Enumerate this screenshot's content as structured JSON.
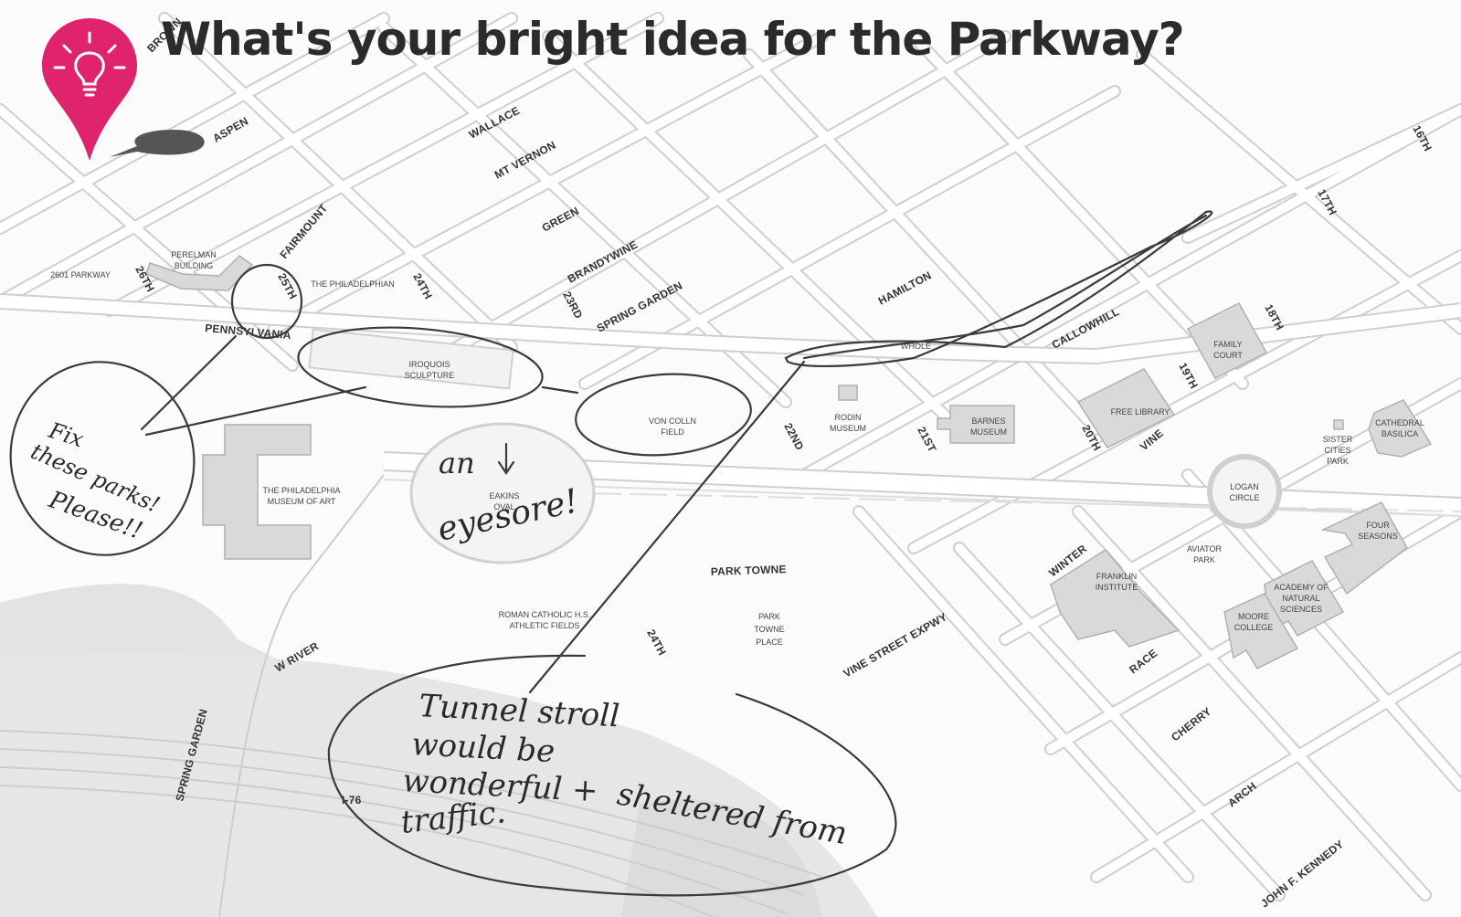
{
  "title": "What's your bright idea for the Parkway?",
  "colors": {
    "pin": "#e0236d",
    "ink": "#2a2a2a",
    "road": "#c9c9c9",
    "building": "#d9d9d9"
  },
  "icons": {
    "pin": "lightbulb-pin-icon",
    "speech": "speech-bubble-icon"
  },
  "streets": {
    "brown": "BROWN",
    "aspen": "ASPEN",
    "wallace": "WALLACE",
    "mt_vernon": "MT VERNON",
    "green": "GREEN",
    "brandywine": "BRANDYWINE",
    "spring_garden": "SPRING GARDEN",
    "fairmount": "FAIRMOUNT",
    "hamilton": "HAMILTON",
    "callowhill": "CALLOWHILL",
    "pennsylvania": "PENNSYLVANIA",
    "s26th": "26TH",
    "s25th": "25TH",
    "s24th_top": "24TH",
    "s23rd": "23RD",
    "s22nd": "22ND",
    "s21st": "21ST",
    "s20th": "20TH",
    "s19th": "19TH",
    "s18th": "18TH",
    "s17th": "17TH",
    "s16th": "16TH",
    "vine": "VINE",
    "whole": "WHOLE",
    "park_towne": "PARK TOWNE",
    "vine_expwy": "VINE STREET EXPWY",
    "winter": "WINTER",
    "race": "RACE",
    "cherry": "CHERRY",
    "arch": "ARCH",
    "jfk": "JOHN F. KENNEDY",
    "w_river": "W RIVER",
    "spring_garden_bottom": "SPRING GARDEN",
    "i76": "I-76",
    "s24th_bottom": "24TH"
  },
  "places": {
    "parkway2601": "2601 PARKWAY",
    "perelman": [
      "PERELMAN",
      "BUILDING"
    ],
    "philadelphian": "THE PHILADELPHIAN",
    "iroquois": [
      "IROQUOIS",
      "SCULPTURE"
    ],
    "museum_art": [
      "THE PHILADELPHIA",
      "MUSEUM OF ART"
    ],
    "von_colln": [
      "VON COLLN",
      "FIELD"
    ],
    "rodin": [
      "RODIN",
      "MUSEUM"
    ],
    "barnes": [
      "BARNES",
      "MUSEUM"
    ],
    "free_library": "FREE LIBRARY",
    "family_court": [
      "FAMILY",
      "COURT"
    ],
    "sister_cities": [
      "SISTER",
      "CITIES",
      "PARK"
    ],
    "cathedral": [
      "CATHEDRAL",
      "BASILICA"
    ],
    "logan": [
      "LOGAN",
      "CIRCLE"
    ],
    "eakins": [
      "EAKINS",
      "OVAL"
    ],
    "aviator": [
      "AVIATOR",
      "PARK"
    ],
    "four_seasons": [
      "FOUR",
      "SEASONS"
    ],
    "academy": [
      "ACADEMY OF",
      "NATURAL",
      "SCIENCES"
    ],
    "moore": [
      "MOORE",
      "COLLEGE"
    ],
    "franklin": [
      "FRANKLIN",
      "INSTITUTE"
    ],
    "roman_catholic": [
      "ROMAN CATHOLIC H.S.",
      "ATHLETIC FIELDS"
    ],
    "park_towne_place": [
      "PARK",
      "TOWNE",
      "PLACE"
    ]
  },
  "notes": {
    "fix": [
      "Fix",
      "these parks!",
      "Please!!"
    ],
    "eyesore": [
      "an",
      "eyesore!"
    ],
    "tunnel": [
      "Tunnel stroll",
      "would be",
      "wonderful +",
      "traffic.",
      "sheltered from"
    ]
  }
}
